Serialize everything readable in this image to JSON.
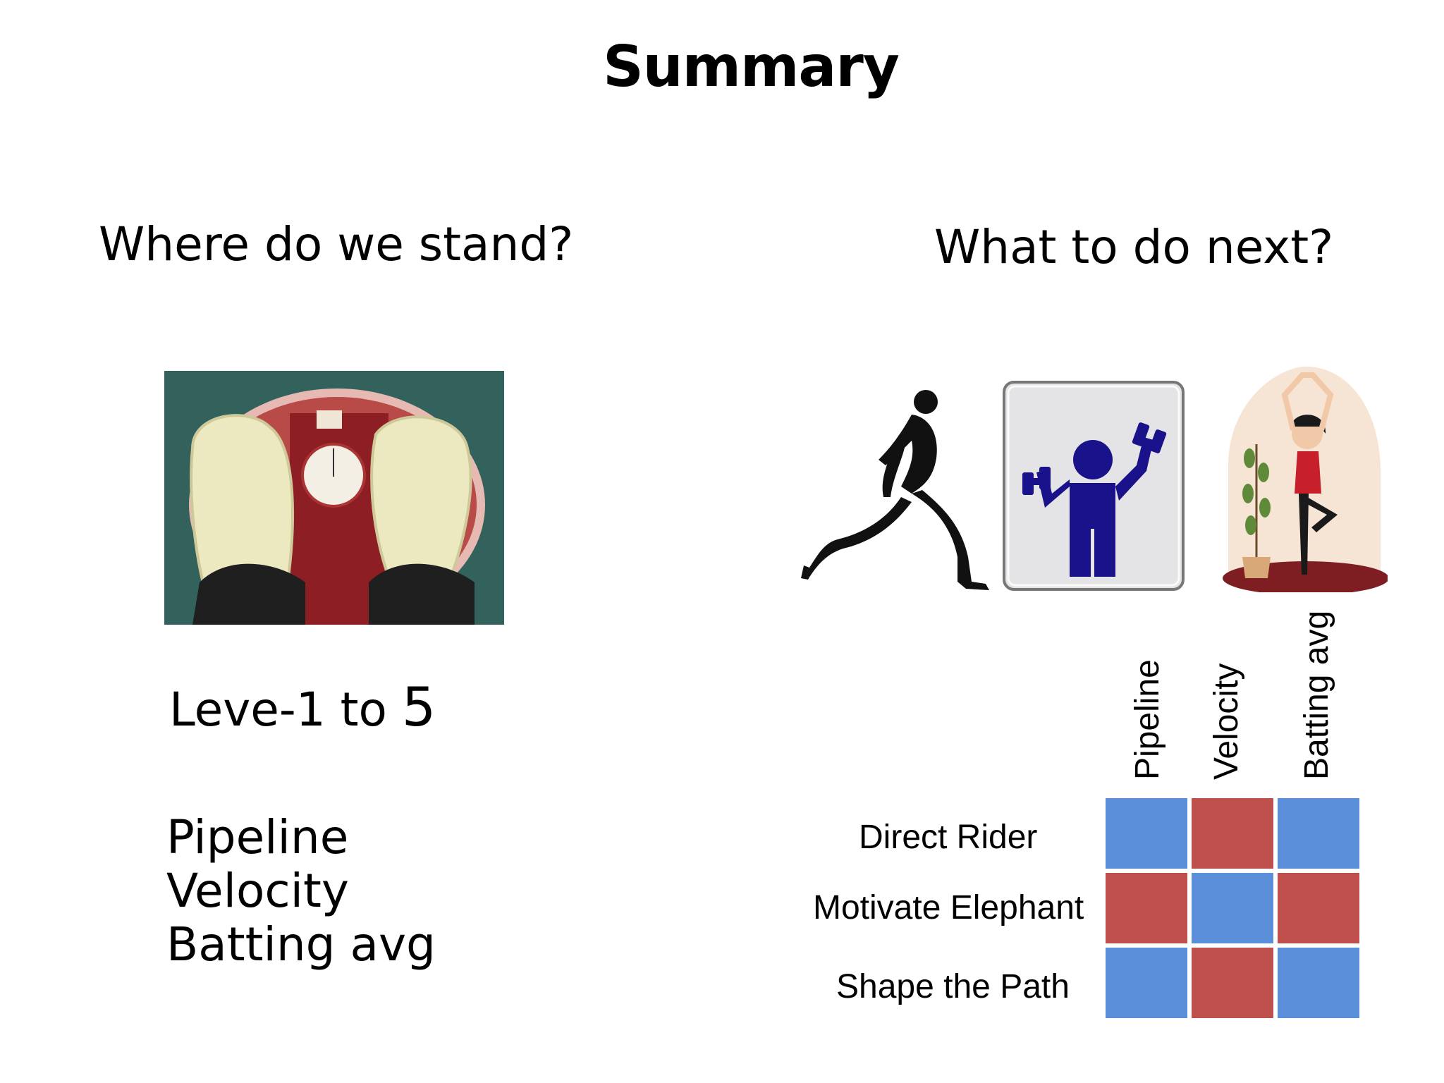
{
  "slide": {
    "title": "Summary",
    "left_heading": "Where do we stand?",
    "right_heading": "What to do next?",
    "level_text_main": "Leve-1 to ",
    "level_text_number": "5",
    "metrics": [
      "Pipeline",
      "Velocity",
      "Batting avg"
    ]
  },
  "images": {
    "left_photo": "feet-on-bathroom-scale",
    "runner": "runner-icon",
    "weights": "dumbbell-person-icon",
    "yoga": "yoga-woman-icon"
  },
  "matrix": {
    "columns": [
      "Pipeline",
      "Velocity",
      "Batting avg"
    ],
    "rows": [
      "Direct Rider",
      "Motivate Elephant",
      "Shape the Path"
    ],
    "cells": [
      [
        "blue",
        "red",
        "blue"
      ],
      [
        "red",
        "blue",
        "red"
      ],
      [
        "blue",
        "red",
        "blue"
      ]
    ],
    "colors": {
      "blue": "#5b8fd9",
      "red": "#c0504d"
    }
  }
}
